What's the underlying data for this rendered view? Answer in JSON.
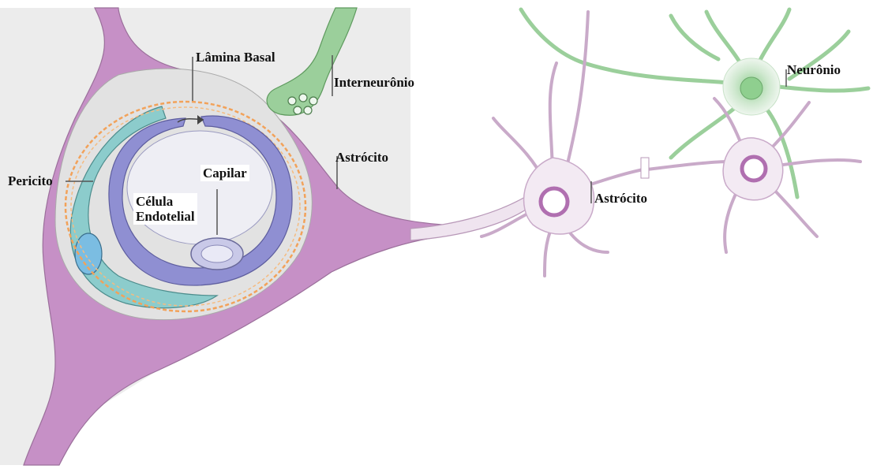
{
  "labels": {
    "lamina_basal": "Lâmina Basal",
    "interneuronio": "Interneurônio",
    "neuronio": "Neurônio",
    "astrocito_1": "Astrócito",
    "astrocito_2": "Astrócito",
    "pericito": "Pericito",
    "capilar": "Capilar",
    "celula_line1": "Célula",
    "celula_line2": "Endotelial"
  },
  "colors": {
    "astrocyte_purple": "#c690c6",
    "neuron_green": "#9bcf9b",
    "endothelial_blue": "#8f8fd2",
    "pericyte_teal": "#8ccccc",
    "basal_lamina_orange": "#f2a25a",
    "lumen_gray": "#e6e6ee",
    "background_gray": "#ececec"
  }
}
